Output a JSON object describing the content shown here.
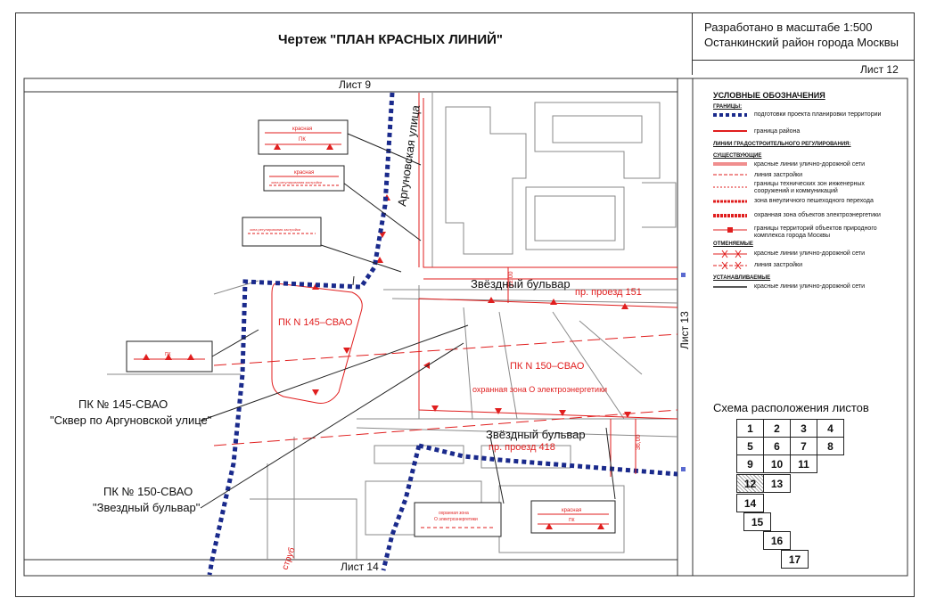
{
  "header": {
    "title": "Чертеж \"ПЛАН КРАСНЫХ ЛИНИЙ\"",
    "scale": "Разработано в масштабе 1:500",
    "district": "Останкинский район города Москвы",
    "sheet": "Лист 12"
  },
  "map": {
    "sheet_top": "Лист 9",
    "sheet_bottom": "Лист 14",
    "sheet_right": "Лист 13",
    "street_argunovskaya": "Аргуновская улица",
    "street_zvezdny_top": "Звёздный бульвар",
    "proezd_151": "пр. проезд 151",
    "street_zvezdny_bottom": "Звёздный бульвар",
    "proezd_418": "пр. проезд 418",
    "pk145_label": "ПК  N  145–СВАО",
    "pk150_label": "ПК  N  150–СВАО",
    "zone_label": "охранная зона О электроэнергетики",
    "dim_1": "12,00",
    "dim_2": "36,00",
    "road_partial": "струб",
    "callout_1_top": "красная",
    "callout_1_bottom": "ПК",
    "callout_2_top": "красная",
    "callout_2_bottom": "зона регулирования застройки",
    "callout_3": "зона регулирования застройки",
    "callout_4": "ПК",
    "callout_5_a": "охранная зона",
    "callout_5_b": "О электроэнергетики",
    "callout_6_top": "красная",
    "callout_6_bottom": "ПК",
    "pk145_caption_1": "ПК № 145-СВАО",
    "pk145_caption_2": "\"Сквер по Аргуновской улице\"",
    "pk150_caption_1": "ПК № 150-СВАО",
    "pk150_caption_2": "\"Звездный бульвар\""
  },
  "legend": {
    "title": "УСЛОВНЫЕ ОБОЗНАЧЕНИЯ",
    "borders_header": "ГРАНИЦЫ:",
    "border_project": "подготовки проекта планировки территории",
    "border_district": "граница района",
    "regulation_header": "ЛИНИИ ГРАДОСТРОИТЕЛЬНОГО РЕГУЛИРОВАНИЯ:",
    "existing_header": "СУЩЕСТВУЮЩИЕ",
    "existing_items": [
      "красные линии улично-дорожной сети",
      "линия застройки",
      "границы технических зон инженерных сооружений и коммуникаций",
      "зона внеуличного пешеходного перехода",
      "охранная зона объектов электроэнергетики",
      "границы территорий объектов природного комплекса города Москвы"
    ],
    "cancelled_header": "ОТМЕНЯЕМЫЕ",
    "cancelled_items": [
      "красные линии улично-дорожной сети",
      "линия застройки"
    ],
    "established_header": "УСТАНАВЛИВАЕМЫЕ",
    "established_items": [
      "красные линии улично-дорожной сети"
    ]
  },
  "sheet_scheme": {
    "title": "Схема расположения листов",
    "cells": [
      "1",
      "2",
      "3",
      "4",
      "5",
      "6",
      "7",
      "8",
      "9",
      "10",
      "11",
      "12",
      "13",
      "14",
      "15",
      "16",
      "17"
    ],
    "current": "12"
  },
  "colors": {
    "red": "#e01e1e",
    "blue_border": "#1a2a8c",
    "gray": "#8a8a8a",
    "dark": "#222222"
  }
}
